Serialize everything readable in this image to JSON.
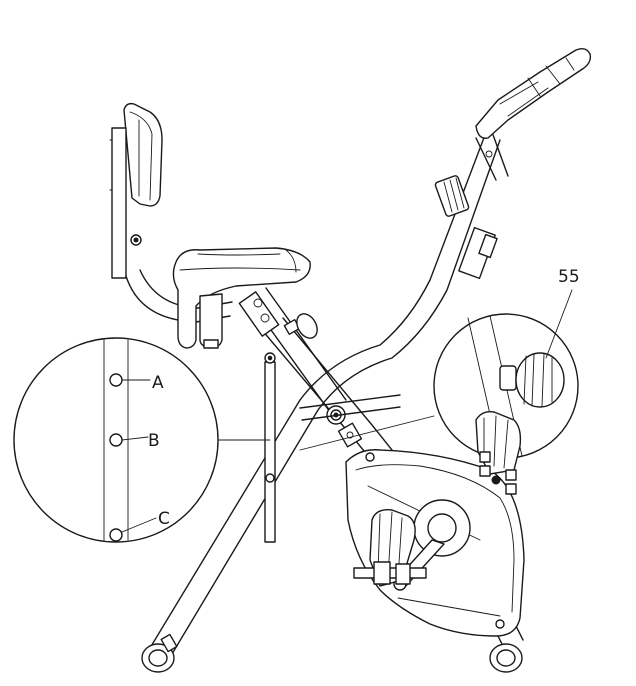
{
  "diagram": {
    "part_number": "55",
    "detail_labels": [
      "A",
      "B",
      "C"
    ]
  }
}
